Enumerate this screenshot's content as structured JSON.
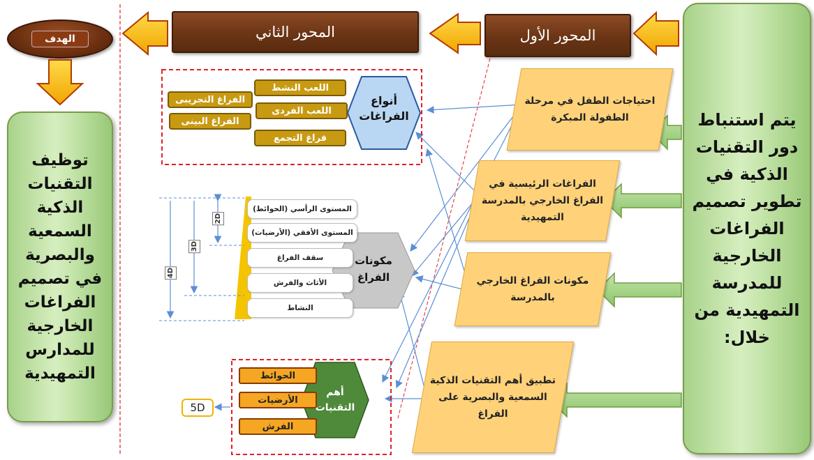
{
  "colors": {
    "green": "#b9dd9c",
    "brown": "#6b3515",
    "orange_arrow": "#f5a623",
    "parallelogram": "#ffd27a",
    "gold": "#c89a12",
    "blue_hex": "#b9d6f2",
    "gray_hex": "#c8c8c8",
    "green_hex": "#4e8a3a",
    "red_dash": "#e0202a",
    "blue_line": "#5b8fd6"
  },
  "right_panel": {
    "text": "يتم استنباط دور التقنيات الذكية في تطوير تصميم الفراغات الخارجية للمدرسة التمهيدية من خلال:"
  },
  "left_panel": {
    "text": "توظيف التقنيات الذكية السمعية والبصرية في تصميم الفراغات الخارجية للمدارس التمهيدية"
  },
  "headers": {
    "axis1": "المحور الأول",
    "axis2": "المحور الثاني",
    "goal": "الهدف"
  },
  "parallelograms": [
    "احتياجات الطفل في مرحلة الطفولة المبكرة",
    "الفراغات الرئيسية في الفراغ الخارجي بالمدرسة التمهيدية",
    "مكونات الفراغ الخارجي بالمدرسة",
    "تطبيق أهم التقنيات الذكية السمعية والبصرية على الفراغ"
  ],
  "space_types": {
    "hex_label": "أنواع الفراغات",
    "inner": [
      "اللعب النشط",
      "اللعب الفردى",
      "فراغ التجمع"
    ],
    "outer": [
      "الفراغ التجريبى",
      "الفراغ البينى"
    ]
  },
  "space_components": {
    "hex_label": "مكونات الفراغ",
    "levels": [
      "المستوى الرأسي (الحوائط)",
      "المستوى الأفقي (الأرضيات)",
      "سقف الفراغ",
      "الأثاث والفرش",
      "النشاط"
    ],
    "dimensions": [
      "2D",
      "3D",
      "4D"
    ]
  },
  "technologies": {
    "hex_label": "أهم التقنيات",
    "items": [
      "الحوائط",
      "الأرضيات",
      "الفرش"
    ],
    "output": "5D"
  }
}
